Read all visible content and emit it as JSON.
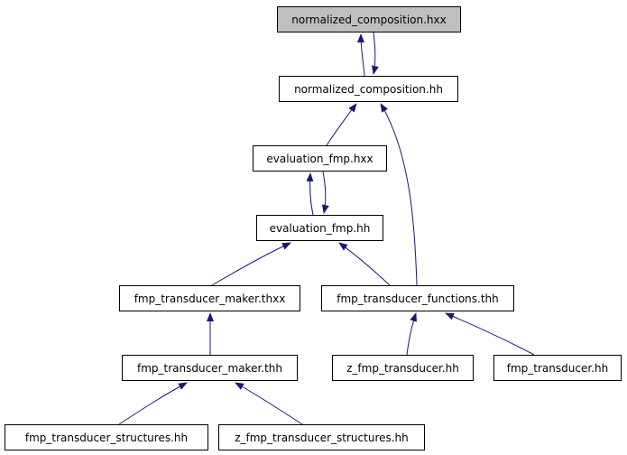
{
  "colors": {
    "edge": "#191970",
    "node_border": "#000000",
    "root_fill": "#bfbfbf",
    "background": "#ffffff"
  },
  "nodes": {
    "normalized_composition_hxx": "normalized_composition.hxx",
    "normalized_composition_hh": "normalized_composition.hh",
    "evaluation_fmp_hxx": "evaluation_fmp.hxx",
    "evaluation_fmp_hh": "evaluation_fmp.hh",
    "fmp_transducer_maker_thxx": "fmp_transducer_maker.thxx",
    "fmp_transducer_functions_thh": "fmp_transducer_functions.thh",
    "fmp_transducer_maker_thh": "fmp_transducer_maker.thh",
    "z_fmp_transducer_hh": "z_fmp_transducer.hh",
    "fmp_transducer_hh": "fmp_transducer.hh",
    "fmp_transducer_structures_hh": "fmp_transducer_structures.hh",
    "z_fmp_transducer_structures_hh": "z_fmp_transducer_structures.hh"
  },
  "edges": [
    {
      "from": "normalized_composition_hh",
      "to": "normalized_composition_hxx"
    },
    {
      "from": "normalized_composition_hxx",
      "to": "normalized_composition_hh"
    },
    {
      "from": "evaluation_fmp_hxx",
      "to": "normalized_composition_hh"
    },
    {
      "from": "fmp_transducer_functions_thh",
      "to": "normalized_composition_hh"
    },
    {
      "from": "evaluation_fmp_hh",
      "to": "evaluation_fmp_hxx"
    },
    {
      "from": "evaluation_fmp_hxx",
      "to": "evaluation_fmp_hh"
    },
    {
      "from": "fmp_transducer_maker_thxx",
      "to": "evaluation_fmp_hh"
    },
    {
      "from": "fmp_transducer_functions_thh",
      "to": "evaluation_fmp_hh"
    },
    {
      "from": "fmp_transducer_maker_thh",
      "to": "fmp_transducer_maker_thxx"
    },
    {
      "from": "z_fmp_transducer_hh",
      "to": "fmp_transducer_functions_thh"
    },
    {
      "from": "fmp_transducer_hh",
      "to": "fmp_transducer_functions_thh"
    },
    {
      "from": "fmp_transducer_structures_hh",
      "to": "fmp_transducer_maker_thh"
    },
    {
      "from": "z_fmp_transducer_structures_hh",
      "to": "fmp_transducer_maker_thh"
    }
  ]
}
